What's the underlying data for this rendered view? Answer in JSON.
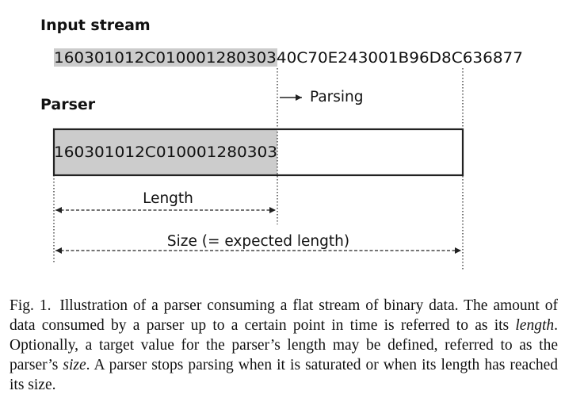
{
  "diagram": {
    "input_title": "Input stream",
    "input_consumed": "160301012C01000128030",
    "input_boundary": "3",
    "input_remaining": "40C70E243001B96D8C636877",
    "parser_title": "Parser",
    "parsing_label": "Parsing",
    "parser_content": "160301012C010001280303",
    "length_label": "Length",
    "size_label": "Size (= expected length)",
    "colors": {
      "consumed_fill": "#cccccc",
      "stroke": "#222222"
    }
  },
  "caption": {
    "label": "Fig. 1.",
    "part1": "Illustration of a parser consuming a flat stream of binary data. The amount of data consumed by a parser up to a certain point in time is referred to as its ",
    "em1": "length",
    "part2": ". Optionally, a target value for the parser’s length may be defined, referred to as the parser’s ",
    "em2": "size",
    "part3": ". A parser stops parsing when it is saturated or when its length has reached its size."
  }
}
